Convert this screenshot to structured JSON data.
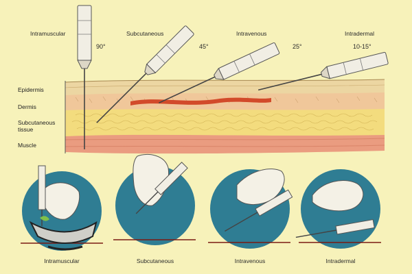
{
  "diagram": {
    "techniques": [
      {
        "name": "Intramuscular",
        "angle": "90°"
      },
      {
        "name": "Subcutaneous",
        "angle": "45°"
      },
      {
        "name": "Intravenous",
        "angle": "25°"
      },
      {
        "name": "Intradermal",
        "angle": "10-15°"
      }
    ],
    "layers": [
      "Epidermis",
      "Dermis",
      "Subcutaneous\ntissue",
      "Muscle"
    ],
    "captions": [
      "Intramuscular",
      "Subcutaneous",
      "Intravenous",
      "Intradermal"
    ]
  },
  "colors": {
    "background": "#f7f2ba",
    "epidermis": "#ecd6a2",
    "dermis": "#f0c79a",
    "vein": "#d24a2a",
    "subcutaneous": "#f3dc7e",
    "muscle": "#ea9c80",
    "circle": "#2f7d93",
    "glove": "#f4f1e6",
    "syringe": "#f1eee4"
  }
}
